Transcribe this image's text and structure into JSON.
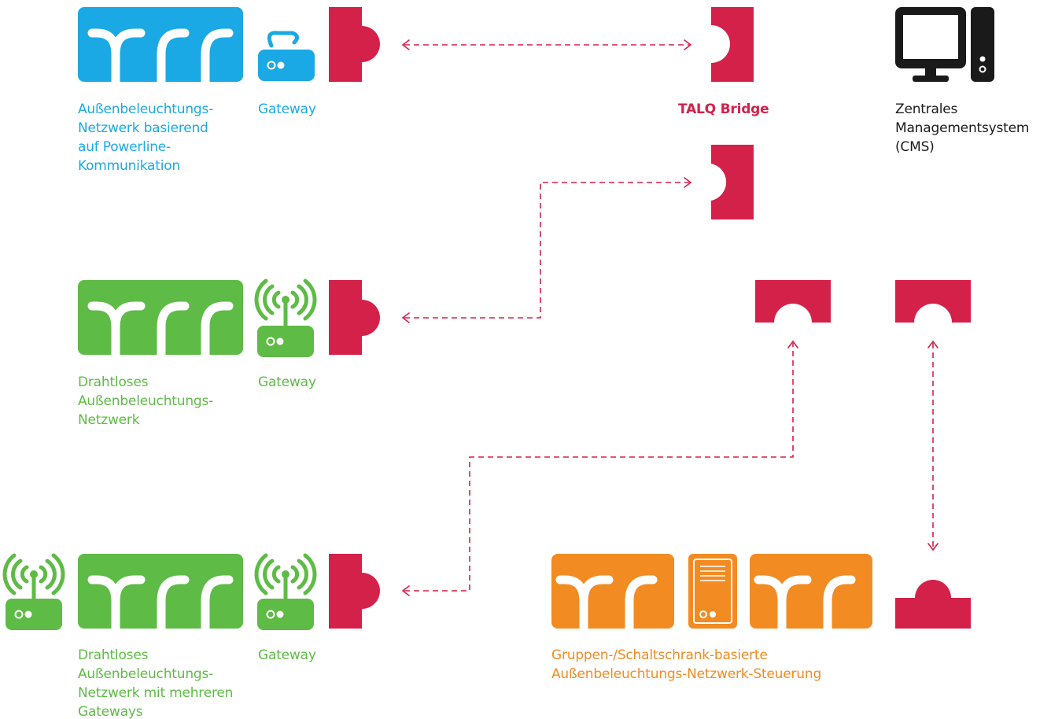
{
  "colors": {
    "blue": "#1aa9e4",
    "green": "#5ebb46",
    "orange": "#f28b22",
    "talq_red": "#d3214a",
    "black": "#1a1a1a"
  },
  "labels": {
    "plc_network": [
      "Außenbeleuchtungs-",
      "Netzwerk basierend",
      "auf  Powerline-",
      "Kommunikation"
    ],
    "gateway_1": "Gateway",
    "talq_bridge": "TALQ Bridge",
    "cms": [
      "Zentrales",
      "Managementsystem",
      "(CMS)"
    ],
    "wireless_network": [
      "Drahtloses",
      "Außenbeleuchtungs-",
      "Netzwerk"
    ],
    "gateway_2": "Gateway",
    "wireless_multi": [
      "Drahtloses",
      "Außenbeleuchtungs-",
      "Netzwerk mit mehreren",
      "Gateways"
    ],
    "gateway_3": "Gateway",
    "cabinet_control": [
      "Gruppen-/Schaltschrank-basierte",
      "Außenbeleuchtungs-Netzwerk-Steuerung"
    ]
  },
  "icons": [
    "streetlight-group-icon",
    "router-icon",
    "wireless-router-icon",
    "server-cabinet-icon",
    "talq-plug-icon",
    "talq-socket-icon",
    "desktop-computer-icon"
  ]
}
